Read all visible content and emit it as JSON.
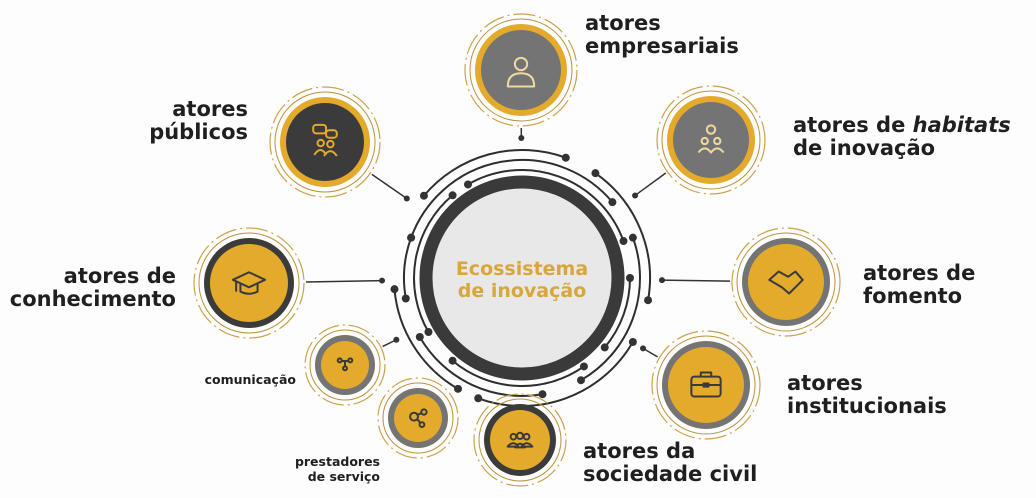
{
  "center": {
    "line1": "Ecossistema",
    "line2": "de inovação"
  },
  "nodes": [
    {
      "id": "empresariais",
      "line1": "atores",
      "line2": "empresariais",
      "icon": "person-icon"
    },
    {
      "id": "publicos",
      "line1": "atores",
      "line2": "públicos",
      "icon": "chat-people-icon"
    },
    {
      "id": "habitats",
      "line1a": "atores de ",
      "line1b": "habitats",
      "line2": "de inovação",
      "icon": "team-idea-icon"
    },
    {
      "id": "conhecimento",
      "line1": "atores de",
      "line2": "conhecimento",
      "icon": "graduation-cap-icon"
    },
    {
      "id": "fomento",
      "line1": "atores de",
      "line2": "fomento",
      "icon": "handshake-icon"
    },
    {
      "id": "comunicacao",
      "line1": "comunicação",
      "icon": "network-people-icon"
    },
    {
      "id": "institucionais",
      "line1": "atores",
      "line2": "institucionais",
      "icon": "briefcase-icon"
    },
    {
      "id": "prestadores",
      "line1": "prestadores",
      "line2": "de serviço",
      "icon": "connected-users-icon"
    },
    {
      "id": "sociedade",
      "line1": "atores da",
      "line2": "sociedade civil",
      "icon": "group-icon"
    }
  ],
  "colors": {
    "gold": "#e3aa2c",
    "dark": "#3b3b3b",
    "gray": "#747474",
    "text": "#1f1f1f",
    "centerText": "#d9a63a"
  }
}
